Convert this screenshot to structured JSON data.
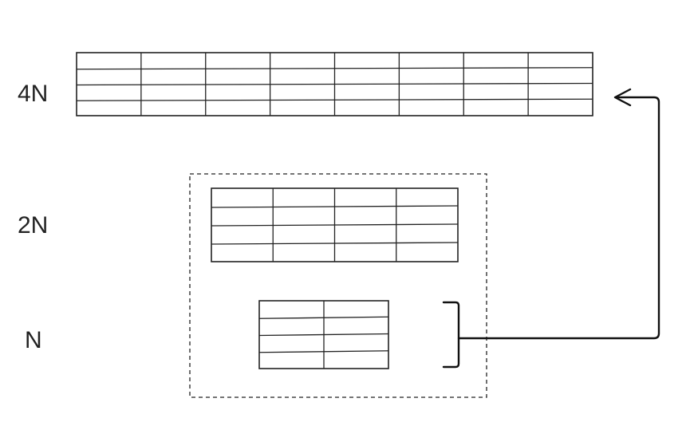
{
  "labels": {
    "four_n": "4N",
    "two_n": "2N",
    "n": "N"
  },
  "grids": {
    "four_n": {
      "columns": 8,
      "rows": 4
    },
    "two_n": {
      "columns": 4,
      "rows": 4
    },
    "n": {
      "columns": 2,
      "rows": 4
    }
  },
  "colors": {
    "stroke": "#222222",
    "background": "#ffffff"
  }
}
